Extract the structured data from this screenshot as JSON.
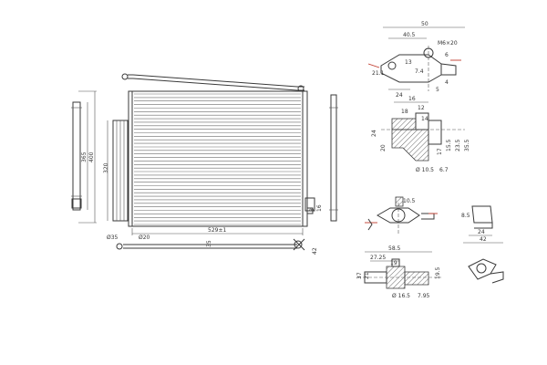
{
  "main_view": {
    "width_dim": "529±1",
    "height_dim": "400",
    "height_dim_inner": "365",
    "core_height_dim": "320",
    "left_pipe_dia": "Ø35",
    "right_pipe_dia": "Ø20",
    "bottom_small": "35",
    "right_side_dims": [
      "8",
      "16",
      "4"
    ],
    "bottom_right_dim": "42"
  },
  "detail_a": {
    "top_dim": "50",
    "inner_dim": "40.5",
    "thread": "M6×20",
    "angle": "21.1",
    "small_dims": [
      "13",
      "7.4",
      "6",
      "4",
      "5"
    ],
    "bottom_dim": "24"
  },
  "detail_b": {
    "width_dim": "16",
    "small_dims": [
      "18",
      "12",
      "14"
    ],
    "height_dims": [
      "24",
      "20",
      "17",
      "15.5",
      "23.5",
      "35.5"
    ],
    "bottom_dims": [
      "Ø 10.5",
      "6.7"
    ]
  },
  "detail_c": {
    "dim": "10.5"
  },
  "detail_d": {
    "dims": [
      "8.5",
      "24",
      "42"
    ]
  },
  "detail_e": {
    "top_dim": "58.5",
    "sub_dims": [
      "27.25",
      "19"
    ],
    "left_dims": [
      "37",
      "21"
    ],
    "right_dim": "19.5",
    "bottom_dims": [
      "Ø 16.5",
      "7.95"
    ]
  }
}
